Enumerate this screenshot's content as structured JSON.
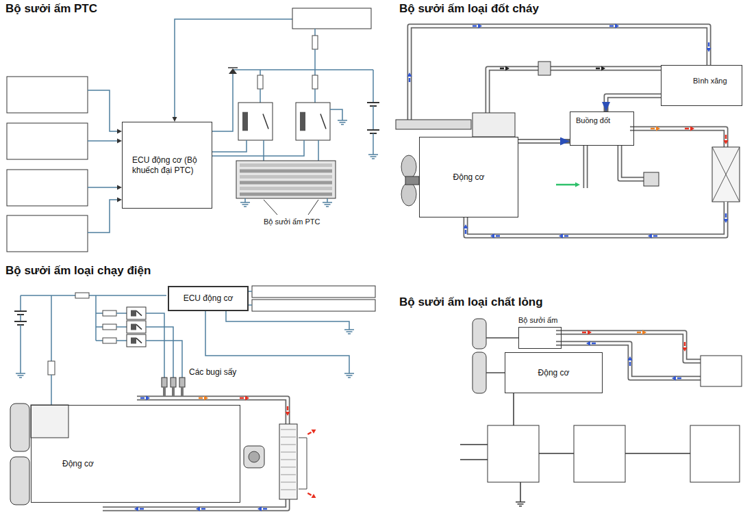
{
  "diagram": {
    "nodes": [
      {
        "text": [
          "ECU động cơ (Bộ khuếch đại PTC)"
        ]
      },
      {
        "text": [
          "Bình xăng"
        ]
      },
      {
        "text": [
          "Buồng đốt"
        ]
      },
      {
        "text": [
          "Động cơ"
        ]
      },
      {
        "text": [
          "ECU động cơ"
        ]
      },
      {
        "text": [
          "Động cơ"
        ]
      },
      {
        "text": [
          "Bộ sưởi ấm"
        ]
      },
      {
        "text": [
          "Động cơ"
        ]
      }
    ],
    "edges": [
      {
        "from": 3,
        "to": 2,
        "arrow": "to"
      },
      {
        "from": 1,
        "to": 2,
        "arrow": "to"
      }
    ],
    "labels": [
      "Bộ sưởi ấm PTC",
      "Bộ sưởi ấm PTC",
      "Bộ sưởi ấm loại đốt cháy",
      "Bộ sưởi ấm loại chạy điện",
      "Các bugi sấy",
      "Bộ sưởi ấm loại chất lỏng"
    ]
  }
}
